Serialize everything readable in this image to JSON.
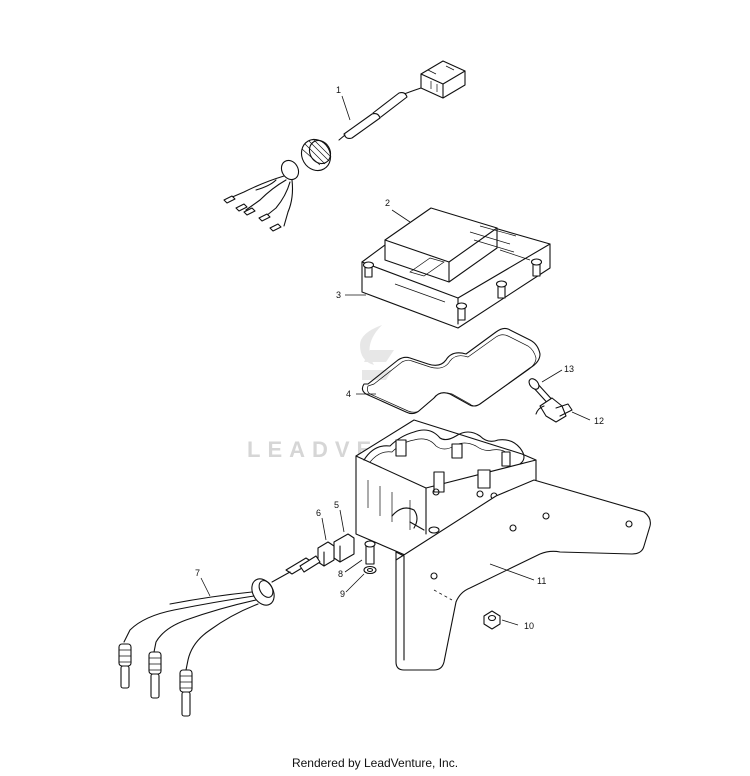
{
  "callouts": [
    {
      "id": "1",
      "label": "1"
    },
    {
      "id": "2",
      "label": "2"
    },
    {
      "id": "3",
      "label": "3"
    },
    {
      "id": "4",
      "label": "4"
    },
    {
      "id": "5",
      "label": "5"
    },
    {
      "id": "6",
      "label": "6"
    },
    {
      "id": "7",
      "label": "7"
    },
    {
      "id": "8",
      "label": "8"
    },
    {
      "id": "9",
      "label": "9"
    },
    {
      "id": "10",
      "label": "10"
    },
    {
      "id": "11",
      "label": "11"
    },
    {
      "id": "12",
      "label": "12"
    },
    {
      "id": "13",
      "label": "13"
    }
  ],
  "watermark": "LEADVENTURE",
  "footer": "Rendered by LeadVenture, Inc."
}
